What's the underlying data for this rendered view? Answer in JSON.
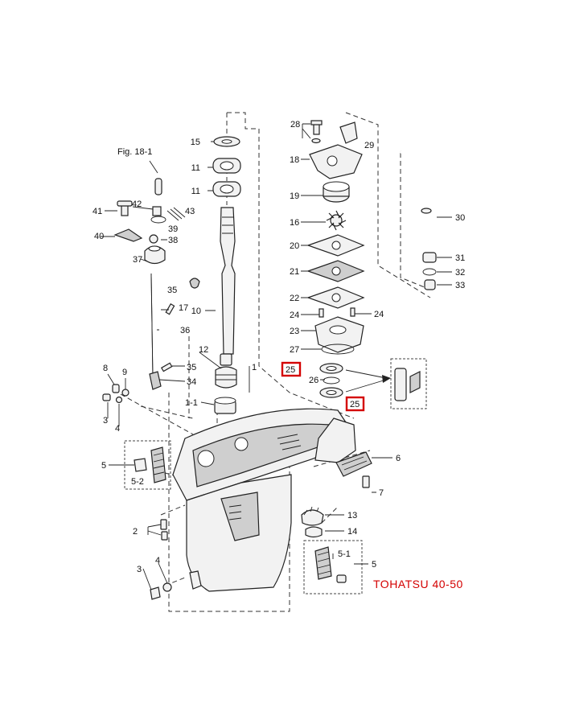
{
  "figure_ref": "Fig. 18-1",
  "brand_label": "TOHATSU 40-50",
  "highlight_color": "#d40000",
  "highlighted_part": "25",
  "labels": {
    "p1": "1",
    "p1_1": "1-1",
    "p2": "2",
    "p3a": "3",
    "p3b": "3",
    "p4a": "4",
    "p4b": "4",
    "p5a": "5",
    "p5b": "5",
    "p5_1": "5-1",
    "p5_2": "5-2",
    "p6": "6",
    "p7": "7",
    "p8": "8",
    "p9": "9",
    "p10": "10",
    "p11a": "11",
    "p11b": "11",
    "p12": "12",
    "p13": "13",
    "p14": "14",
    "p15": "15",
    "p16": "16",
    "p17": "17",
    "p18": "18",
    "p19": "19",
    "p20": "20",
    "p21": "21",
    "p22": "22",
    "p23": "23",
    "p24a": "24",
    "p24b": "24",
    "p25a": "25",
    "p25b": "25",
    "p26": "26",
    "p27": "27",
    "p28": "28",
    "p29": "29",
    "p30": "30",
    "p31": "31",
    "p32": "32",
    "p33": "33",
    "p34": "34",
    "p35a": "35",
    "p35b": "35",
    "p36": "36",
    "p37": "37",
    "p38": "38",
    "p39": "39",
    "p40": "40",
    "p41": "41",
    "p42": "42",
    "p43": "43"
  }
}
